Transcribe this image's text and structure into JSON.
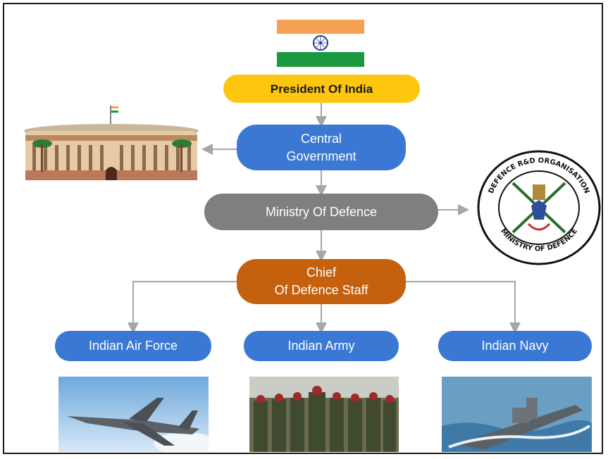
{
  "chart": {
    "nodes": {
      "president": "President Of India",
      "central_gov": "Central\nGovernment",
      "ministry": "Ministry Of Defence",
      "cds": "Chief\nOf Defence Staff",
      "air_force": "Indian Air Force",
      "army": "Indian Army",
      "navy": "Indian Navy"
    },
    "emblem": {
      "top_text": "DEFENCE R&D ORGANISATION",
      "bottom_text": "MINISTRY OF DEFENCE"
    }
  },
  "colors": {
    "president": "#fdc60f",
    "central_gov": "#3b78d4",
    "ministry": "#7f7f7f",
    "cds": "#c5600f",
    "services": "#3b78d4",
    "connector": "#a6a6a6",
    "saffron": "#f5a052",
    "green": "#1a9940",
    "chakra": "#1f3f8f"
  }
}
